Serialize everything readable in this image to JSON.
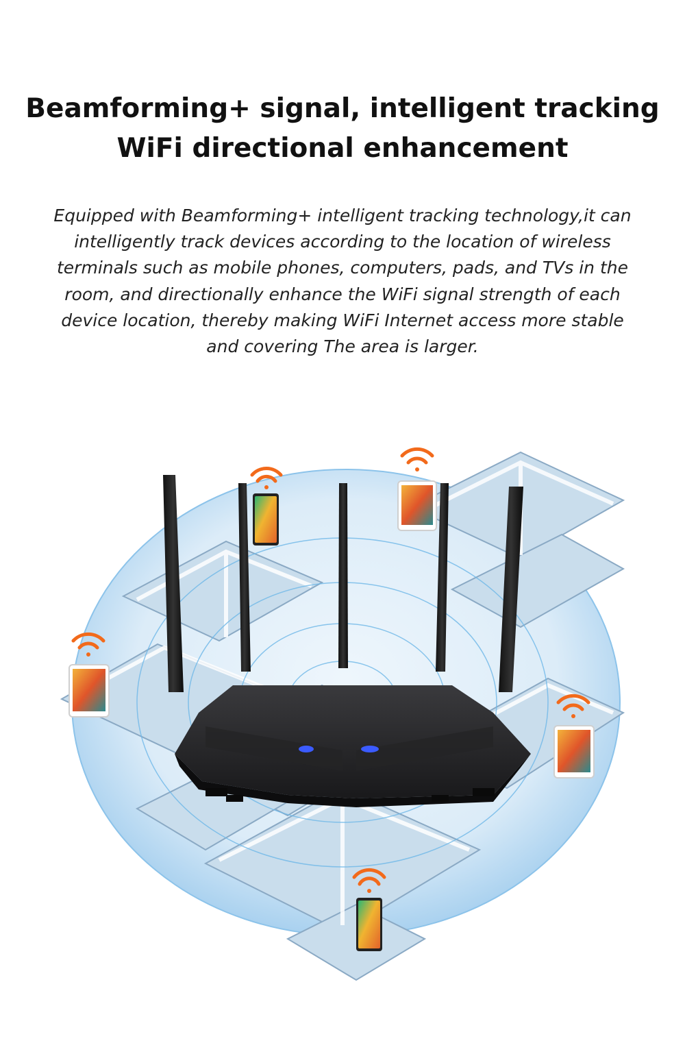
{
  "headline": {
    "line1": "Beamforming+ signal, intelligent tracking",
    "line2": "WiFi directional enhancement"
  },
  "description": {
    "lines": [
      "Equipped with Beamforming+ intelligent tracking technology,it can",
      "intelligently track devices according to the location of wireless",
      "terminals such as mobile phones, computers, pads, and TVs in the",
      "room, and directionally enhance the WiFi signal strength of each",
      "device location, thereby making WiFi Internet access more stable",
      "and covering The area is larger."
    ]
  },
  "illustration": {
    "router_antennas": 5,
    "connected_devices": [
      "phone",
      "tablet",
      "tablet",
      "tablet",
      "phone"
    ],
    "colors": {
      "wifi_signal": "#f26a1b",
      "coverage_wave": "#6fb8e8",
      "router_body": "#1c1c1e",
      "router_led": "#3b5bff",
      "floor_plan": "#c9ddec"
    }
  }
}
